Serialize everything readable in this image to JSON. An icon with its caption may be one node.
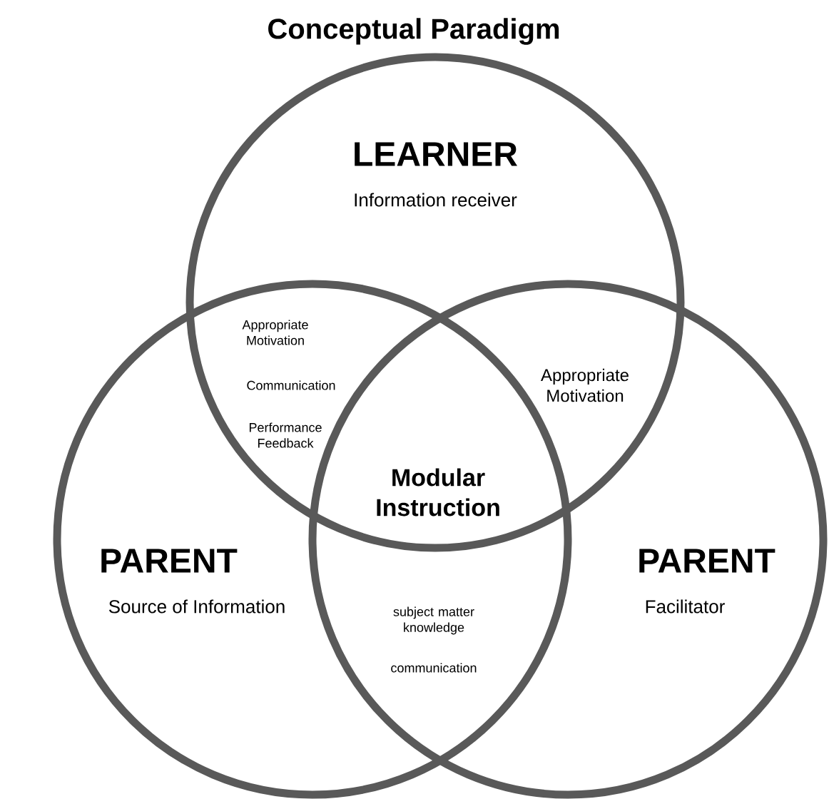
{
  "diagram": {
    "title": "Conceptual Paradigm",
    "nodes": [
      {
        "text": [
          "LEARNER",
          "Information receiver"
        ]
      },
      {
        "text": [
          "PARENT",
          "Source of Information"
        ]
      },
      {
        "text": [
          "PARENT",
          "Facilitator"
        ]
      }
    ],
    "labels": [
      "Appropriate Motivation",
      "Communication",
      "Performance Feedback",
      "Appropriate Motivation",
      "Modular Instruction",
      "subject matter knowledge",
      "communication"
    ]
  }
}
